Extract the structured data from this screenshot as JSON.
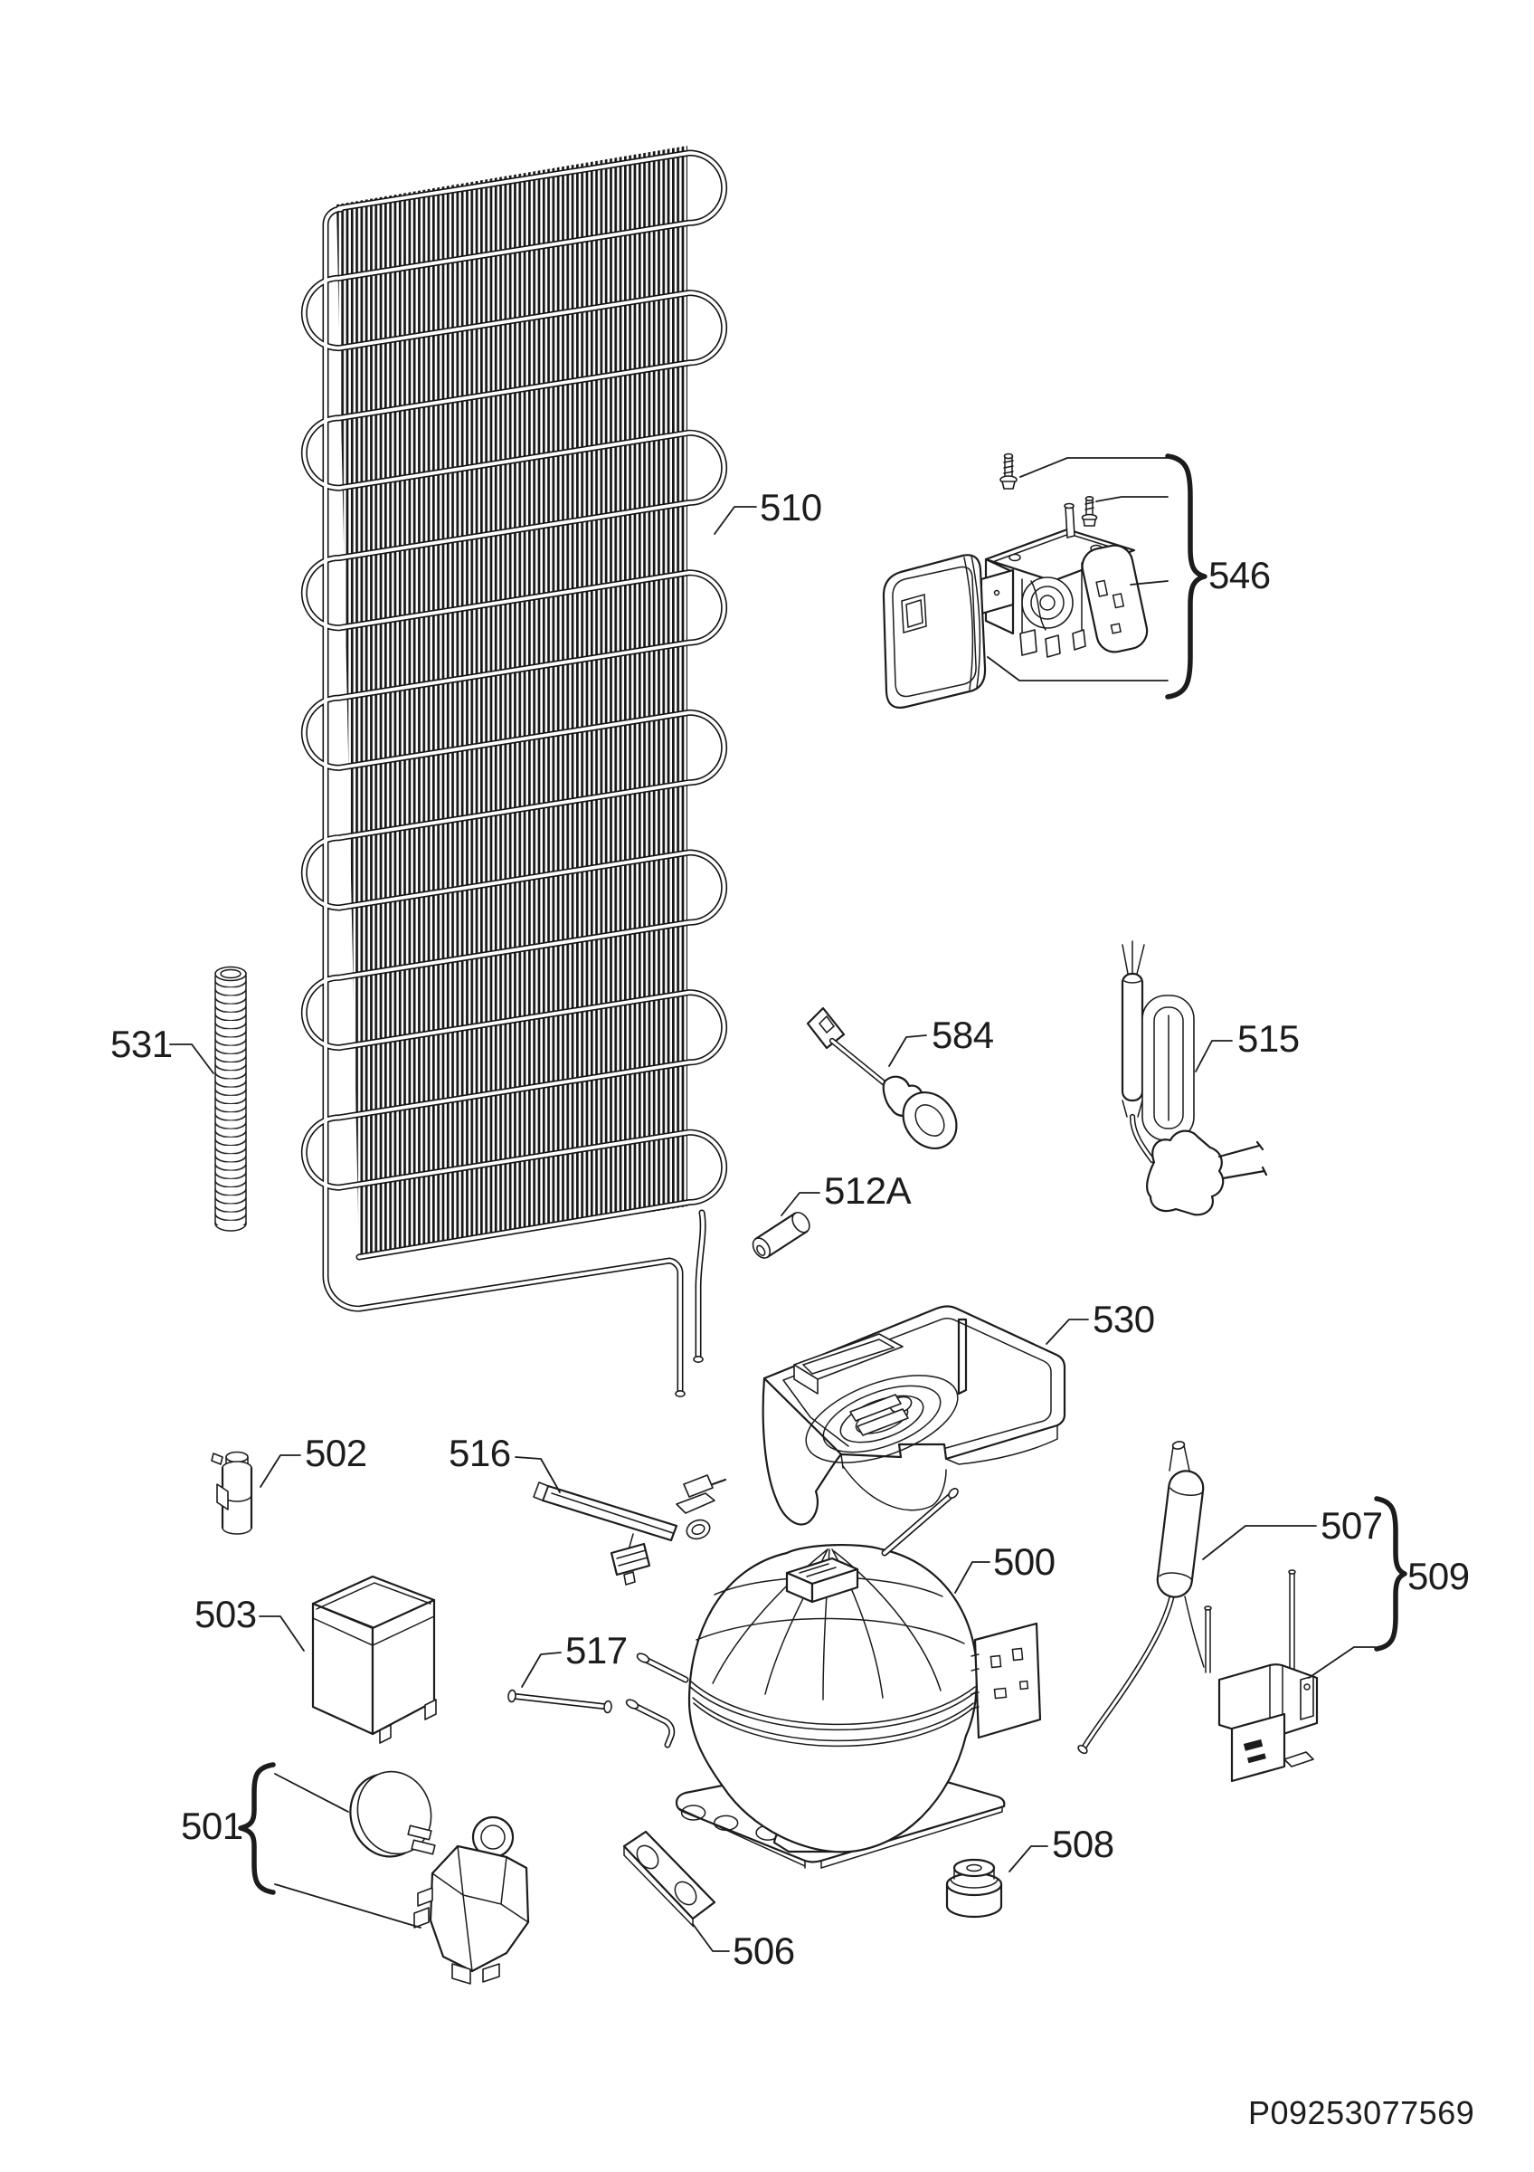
{
  "page": {
    "background": "#ffffff",
    "ink_color": "#1c1c1c",
    "kind": "exploded-parts-diagram"
  },
  "labels": {
    "510": "510",
    "546": "546",
    "531": "531",
    "584": "584",
    "515": "515",
    "512A": "512A",
    "530": "530",
    "502": "502",
    "516": "516",
    "503": "503",
    "517": "517",
    "500": "500",
    "507": "507",
    "509": "509",
    "501": "501",
    "506": "506",
    "508": "508"
  },
  "footer": {
    "document_code": "P09253077569"
  }
}
